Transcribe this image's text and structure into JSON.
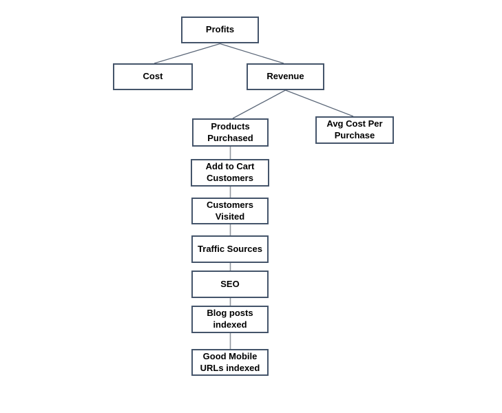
{
  "diagram": {
    "type": "tree",
    "nodes": [
      {
        "id": "profits",
        "line1": "Profits",
        "line2": ""
      },
      {
        "id": "cost",
        "line1": "Cost",
        "line2": ""
      },
      {
        "id": "revenue",
        "line1": "Revenue",
        "line2": ""
      },
      {
        "id": "products-purchased",
        "line1": "Products",
        "line2": "Purchased"
      },
      {
        "id": "avg-cost-per-purchase",
        "line1": "Avg Cost Per",
        "line2": "Purchase"
      },
      {
        "id": "add-to-cart-customers",
        "line1": "Add to Cart",
        "line2": "Customers"
      },
      {
        "id": "customers-visited",
        "line1": "Customers",
        "line2": "Visited"
      },
      {
        "id": "traffic-sources",
        "line1": "Traffic Sources",
        "line2": ""
      },
      {
        "id": "seo",
        "line1": "SEO",
        "line2": ""
      },
      {
        "id": "blog-posts-indexed",
        "line1": "Blog posts",
        "line2": "indexed"
      },
      {
        "id": "good-mobile-urls-indexed",
        "line1": "Good Mobile",
        "line2": "URLs indexed"
      }
    ],
    "edges": [
      {
        "from": "profits",
        "to": "cost"
      },
      {
        "from": "profits",
        "to": "revenue"
      },
      {
        "from": "revenue",
        "to": "products-purchased"
      },
      {
        "from": "revenue",
        "to": "avg-cost-per-purchase"
      },
      {
        "from": "products-purchased",
        "to": "add-to-cart-customers"
      },
      {
        "from": "add-to-cart-customers",
        "to": "customers-visited"
      },
      {
        "from": "customers-visited",
        "to": "traffic-sources"
      },
      {
        "from": "traffic-sources",
        "to": "seo"
      },
      {
        "from": "seo",
        "to": "blog-posts-indexed"
      },
      {
        "from": "blog-posts-indexed",
        "to": "good-mobile-urls-indexed"
      }
    ]
  },
  "colors": {
    "background": "#ffffff",
    "box_fill": "#ffffff",
    "box_border": "#44546a",
    "diagonal_line": "#5c6879",
    "vertical_line": "#8f969e",
    "text": "#000000"
  }
}
